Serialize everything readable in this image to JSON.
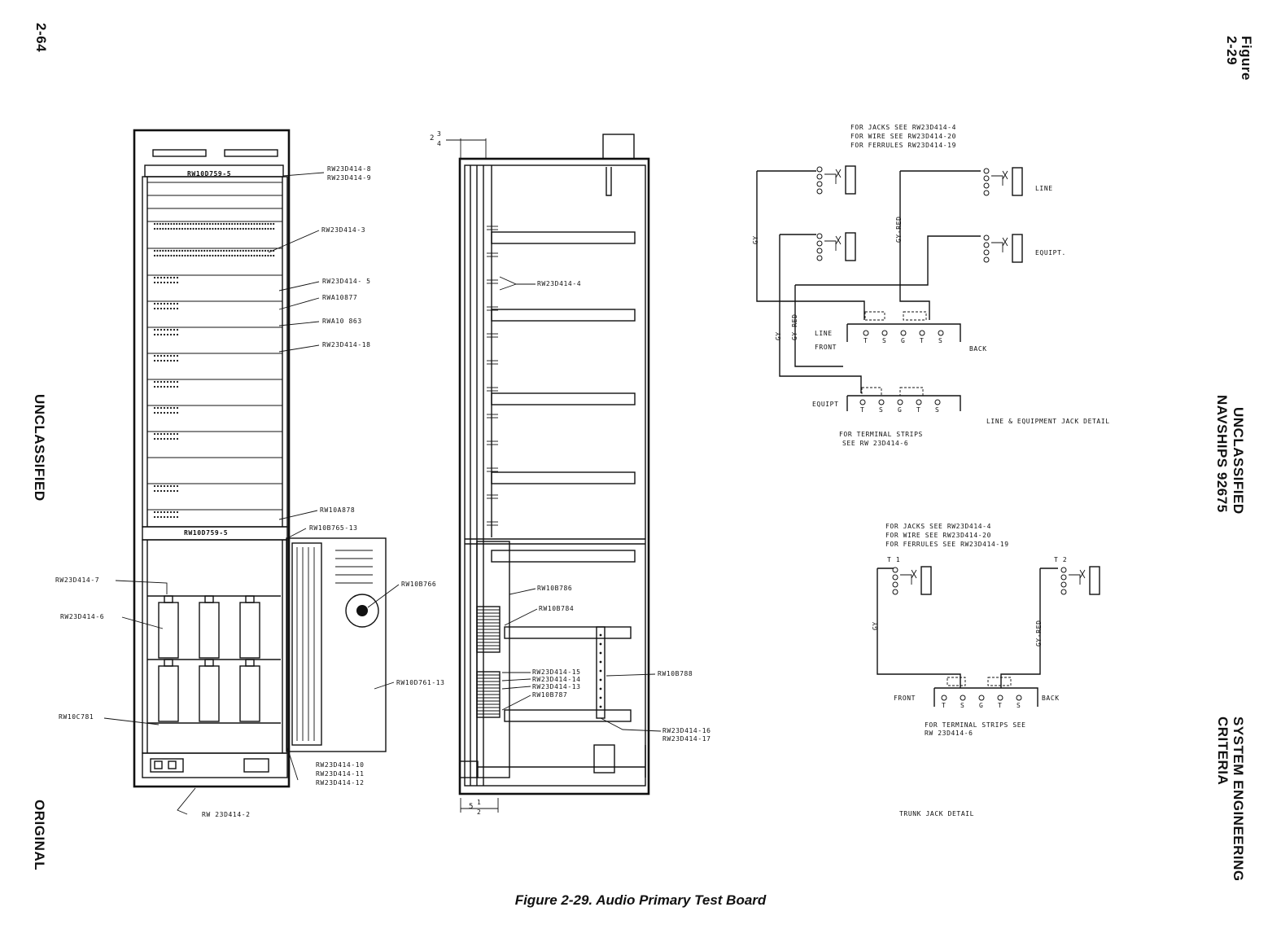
{
  "margins": {
    "page_number": "2-64",
    "left_classification": "UNCLASSIFIED",
    "left_footer": "ORIGINAL",
    "right_figure": "Figure\n2-29",
    "right_classification": "UNCLASSIFIED",
    "right_doc": "NAVSHIPS 92675",
    "right_footer": "SYSTEM ENGINEERING\nCRITERIA"
  },
  "caption": "Figure 2-29.   Audio Primary Test Board",
  "front_view": {
    "panel_top": "RW10D759-5",
    "panel_bottom": "RW10D759-5",
    "callouts": [
      "RW23D414-8",
      "RW23D414-9",
      "RW23D414-3",
      "RW23D414- 5",
      "RWA10877",
      "RWA10 863",
      "RW23D414-18",
      "RW10A878",
      "RW10B765-13",
      "RW10B766",
      "RW23D414-7",
      "RW23D414-6",
      "RW10D761-13",
      "RW10C781",
      "RW23D414-10",
      "RW23D414-11",
      "RW23D414-12",
      "RW 23D414-2"
    ]
  },
  "side_view": {
    "top_dim_whole": "2",
    "top_dim_num": "3",
    "top_dim_den": "4",
    "bottom_dim_whole": "5",
    "bottom_dim_num": "1",
    "bottom_dim_den": "2",
    "callouts": [
      "RW23D414-4",
      "RW10B786",
      "RW10B784",
      "RW23D414-15",
      "RW23D414-14",
      "RW23D414-13",
      "RW10B787",
      "RW10B788",
      "RW23D414-16",
      "RW23D414-17"
    ]
  },
  "line_equipment_detail": {
    "notes": [
      "FOR JACKS SEE RW23D414-4",
      "FOR WIRE SEE RW23D414-20",
      "FOR FERRULES RW23D414-19"
    ],
    "jack_line": "LINE",
    "jack_equipt": "EQUIPT.",
    "wire_gy": "GY",
    "wire_gy_red": "GY-RED",
    "strip_line": "LINE",
    "strip_front": "FRONT",
    "strip_back": "BACK",
    "strip_equipt": "EQUIPT",
    "terminals_top": [
      "T",
      "S",
      "G",
      "T",
      "S"
    ],
    "terminals_bottom": [
      "T",
      "S",
      "G",
      "T",
      "S"
    ],
    "strip_note_1": "FOR TERMINAL STRIPS",
    "strip_note_2": "SEE RW 23D414-6",
    "title": "LINE & EQUIPMENT JACK DETAIL"
  },
  "trunk_detail": {
    "notes": [
      "FOR JACKS SEE RW23D414-4",
      "FOR WIRE SEE RW23D414-20",
      "FOR FERRULES SEE RW23D414-19"
    ],
    "t1": "T 1",
    "t2": "T 2",
    "wire_gy": "GY",
    "wire_gy_red": "GY-RED",
    "front": "FRONT",
    "back": "BACK",
    "terminals": [
      "T",
      "S",
      "G",
      "T",
      "S"
    ],
    "strip_note_1": "FOR TERMINAL STRIPS SEE",
    "strip_note_2": "RW 23D414-6",
    "title": "TRUNK JACK DETAIL"
  }
}
